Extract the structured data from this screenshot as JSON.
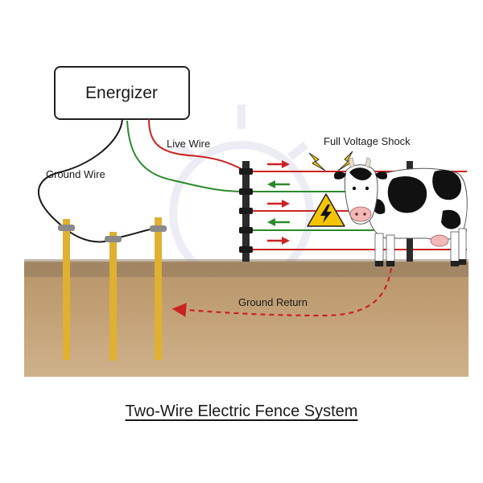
{
  "labels": {
    "energizer": "Energizer",
    "live_wire": "Live Wire",
    "ground_wire": "Ground Wire",
    "full_voltage_shock": "Full Voltage Shock",
    "ground_return": "Ground Return"
  },
  "caption": "Two-Wire Electric Fence System",
  "colors": {
    "live": "#cc2222",
    "ground": "#2a8a2a",
    "soil": "#c8a77c",
    "rod": "#e0b030"
  }
}
